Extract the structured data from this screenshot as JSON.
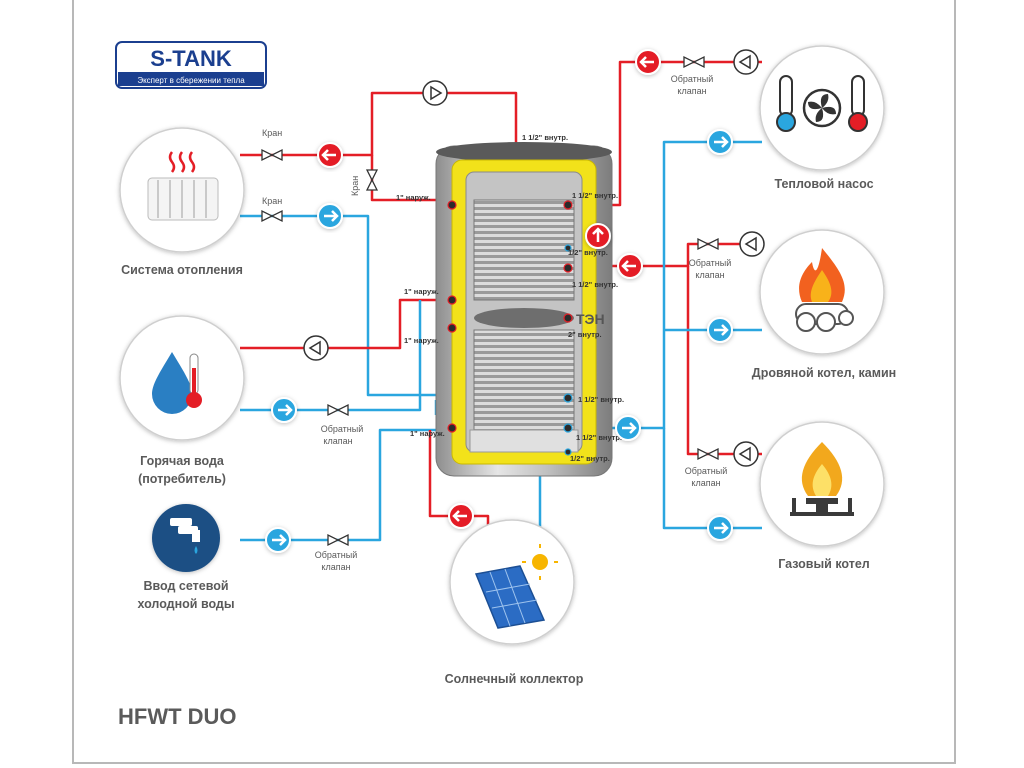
{
  "logo": {
    "brand": "S-TANK",
    "slogan": "Эксперт в сбережении тепла"
  },
  "model": "HFWT DUO",
  "colors": {
    "hot": "#e41e26",
    "cold": "#2aa6df",
    "insulation": "#f2e21a",
    "brand": "#1b3f8f"
  },
  "consumers": {
    "heating": "Система отопления",
    "hot_water_1": "Горячая вода",
    "hot_water_2": "(потребитель)",
    "cold_water_1": "Ввод  сетевой",
    "cold_water_2": "холодной воды",
    "solar": "Солнечный коллектор",
    "heat_pump": "Тепловой насос",
    "wood_boiler": "Дровяной котел, камин",
    "gas_boiler": "Газовый котел"
  },
  "valves": {
    "kran": "Кран",
    "check_1": "Обратный",
    "check_2": "клапан"
  },
  "ports": {
    "p_1_5_in": "1 1/2\" внутр.",
    "p_1_in_ext": "1\" наруж.",
    "p_half_in": "1/2\" внутр.",
    "p_2_in": "2\" внутр.",
    "ten": "ТЭН"
  }
}
